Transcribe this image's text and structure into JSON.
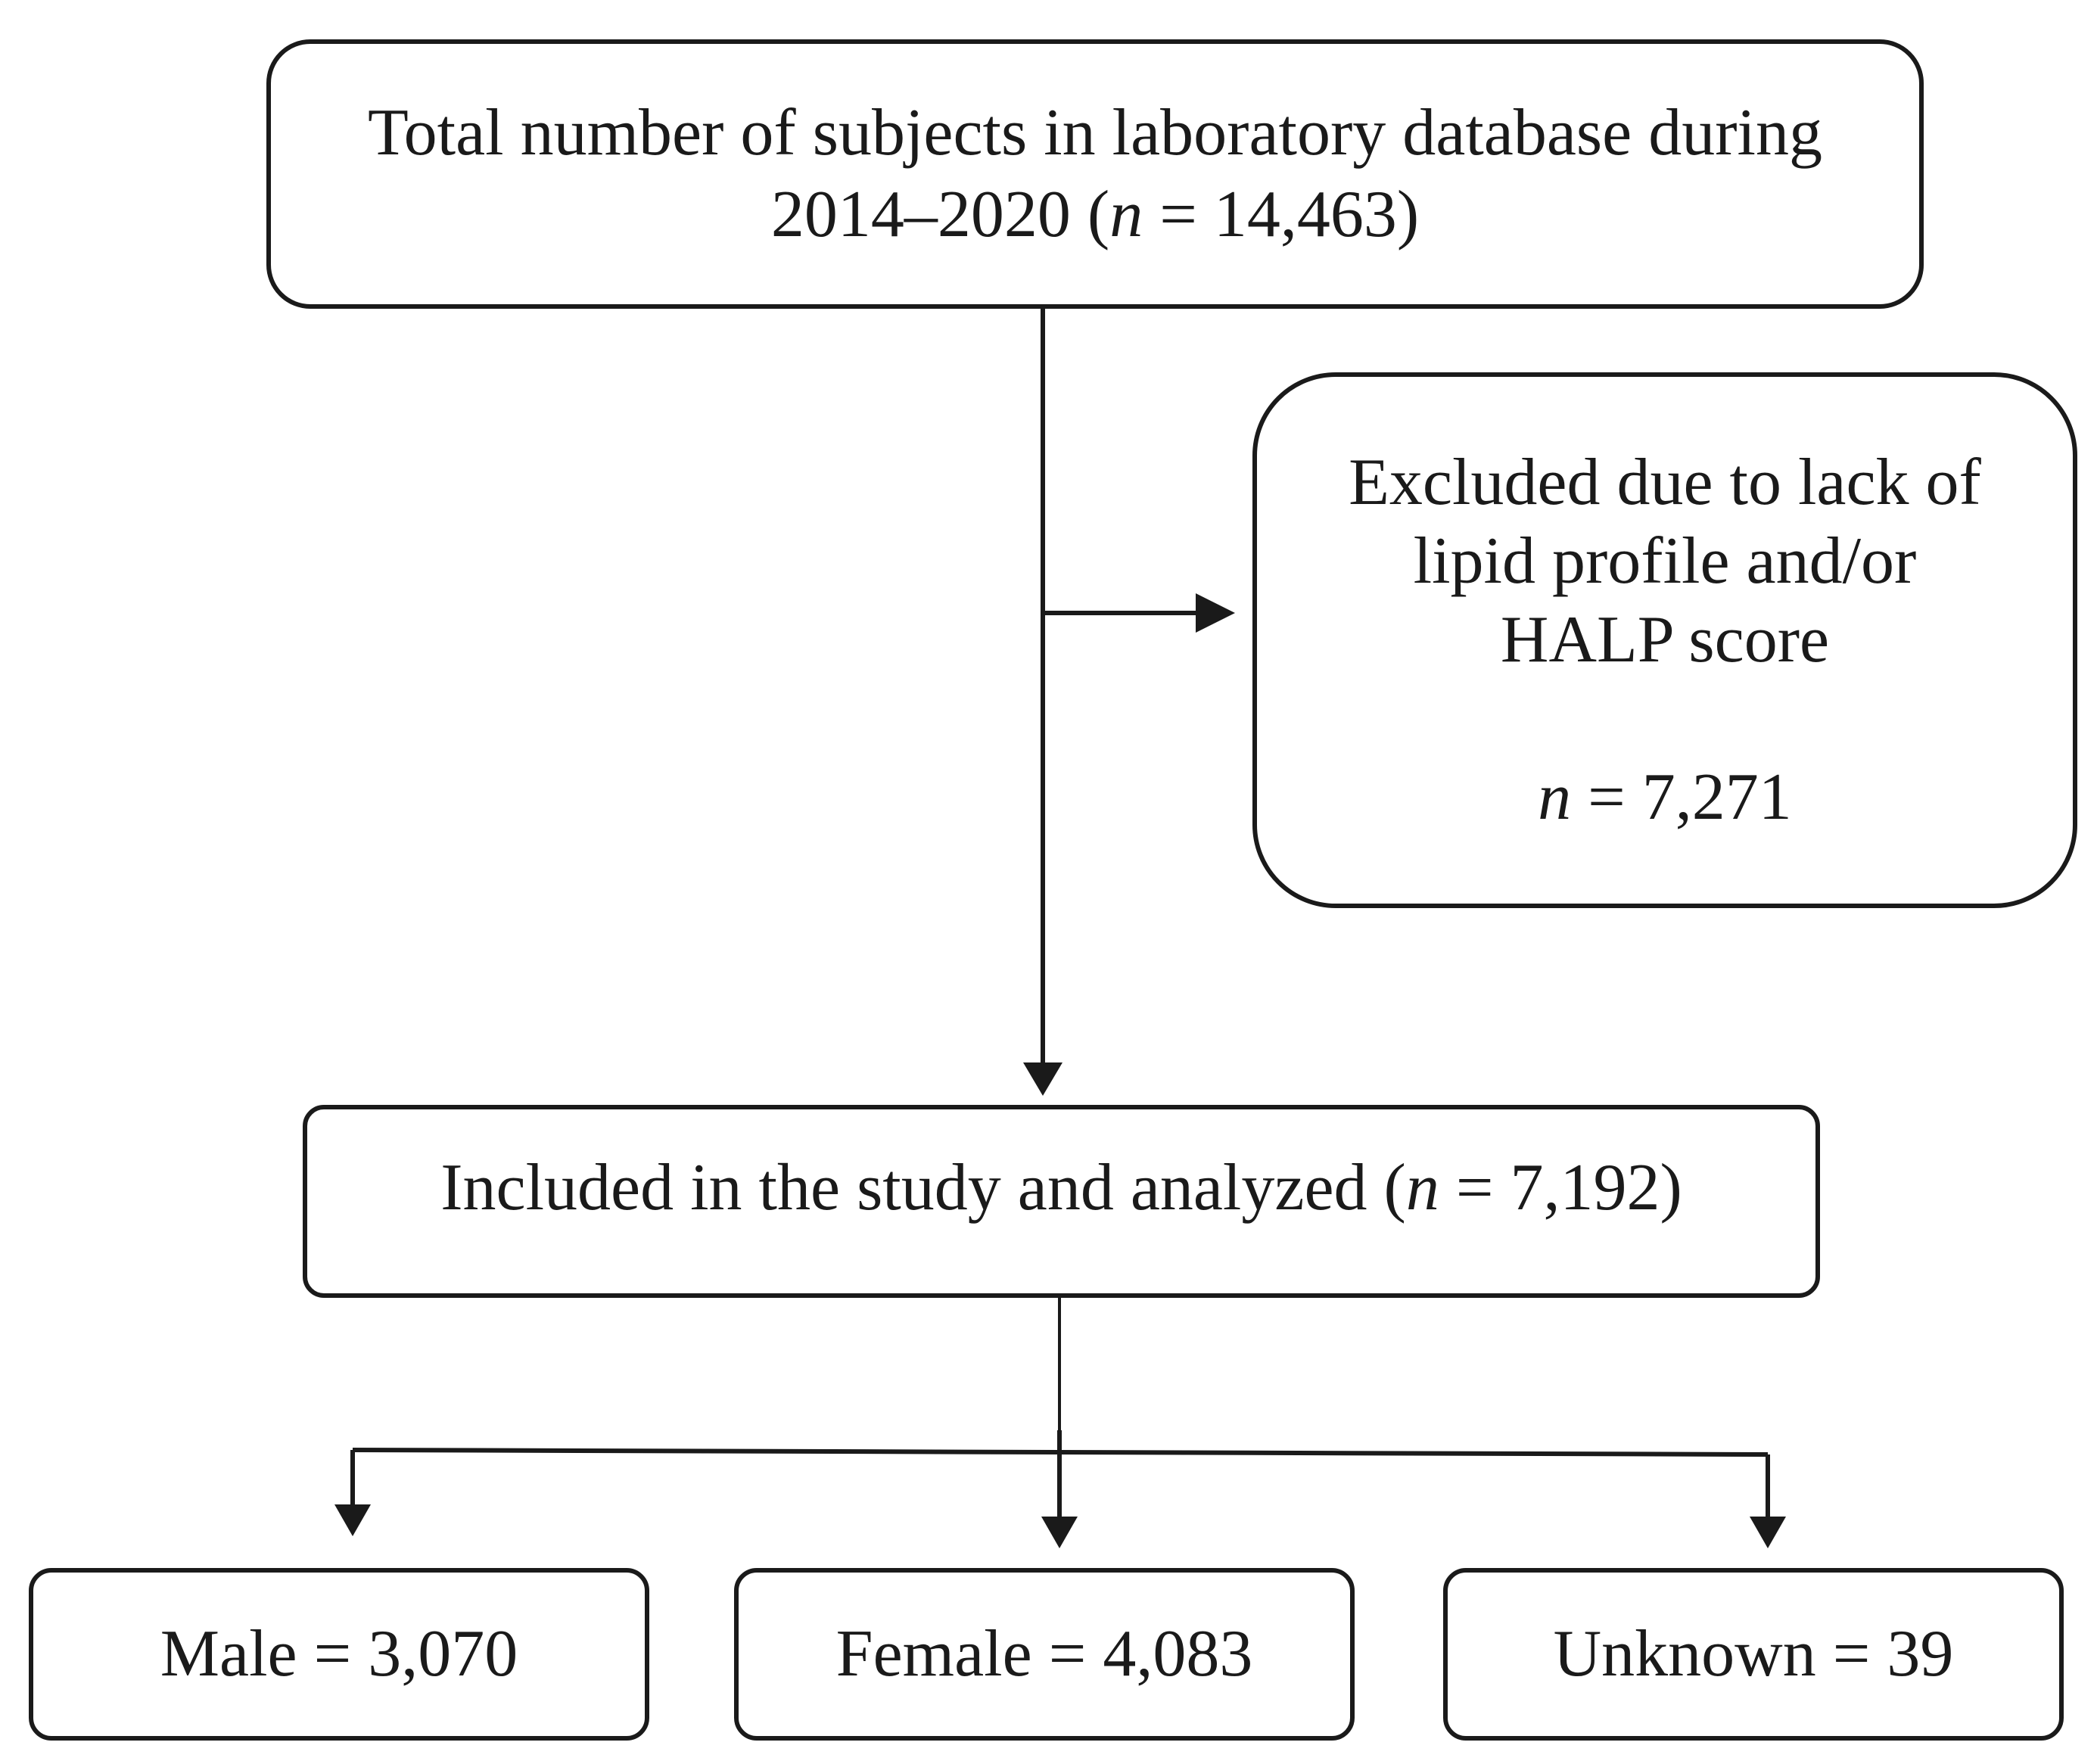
{
  "nodes": {
    "total": {
      "line1": "Total number of subjects in laboratory database during",
      "line2_prefix": "2014–2020 (",
      "n_symbol": "n",
      "line2_suffix": " = 14,463)"
    },
    "excluded": {
      "line1": "Excluded due to lack of",
      "line2": "lipid profile and/or",
      "line3": "HALP score",
      "n_symbol": "n",
      "count_suffix": " = 7,271"
    },
    "included": {
      "prefix": "Included in the study and analyzed (",
      "n_symbol": "n",
      "suffix": " = 7,192)"
    },
    "male": {
      "label": "Male = 3,070"
    },
    "female": {
      "label": "Female = 4,083"
    },
    "unknown": {
      "label": "Unknown = 39"
    }
  },
  "edges": [
    {
      "from": "total",
      "to": "included"
    },
    {
      "from": "total",
      "to": "excluded"
    },
    {
      "from": "included",
      "to": "male"
    },
    {
      "from": "included",
      "to": "female"
    },
    {
      "from": "included",
      "to": "unknown"
    }
  ]
}
